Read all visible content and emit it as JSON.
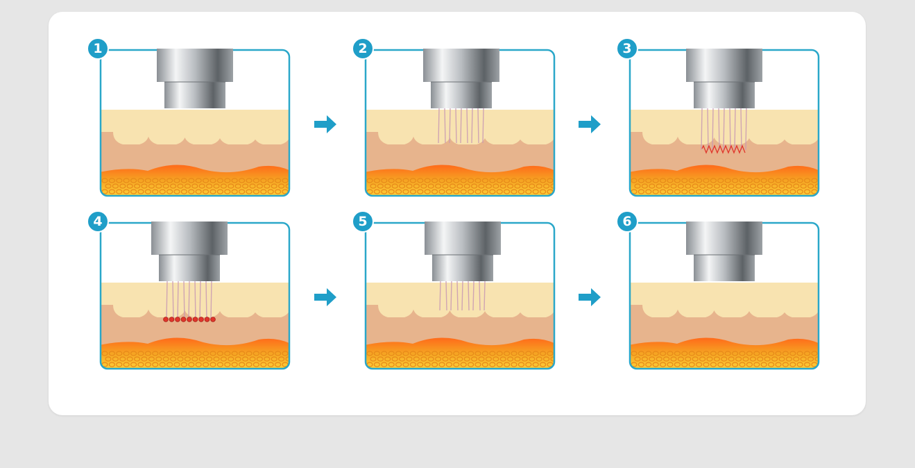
{
  "steps": [
    {
      "number": "1",
      "state": "applicator-on-skin"
    },
    {
      "number": "2",
      "state": "microneedles-inserted"
    },
    {
      "number": "3",
      "state": "rf-energy-emitted"
    },
    {
      "number": "4",
      "state": "heat-coagulation-points"
    },
    {
      "number": "5",
      "state": "microneedles-retracting"
    },
    {
      "number": "6",
      "state": "applicator-lifted"
    }
  ],
  "colors": {
    "frame_border": "#2aa7c9",
    "badge": "#1f9ec8",
    "arrow": "#1f9ec8",
    "epidermis": "#f8e3b0",
    "dermis": "#e7b48d",
    "fat_layer": "#f5a623",
    "rf_wave": "#e0352b",
    "card": "#ffffff",
    "background": "#e6e6e6"
  },
  "icons": [
    "applicator-icon",
    "microneedles-icon",
    "rf-wave-icon",
    "coagulation-dots-icon",
    "right-arrow-icon"
  ]
}
